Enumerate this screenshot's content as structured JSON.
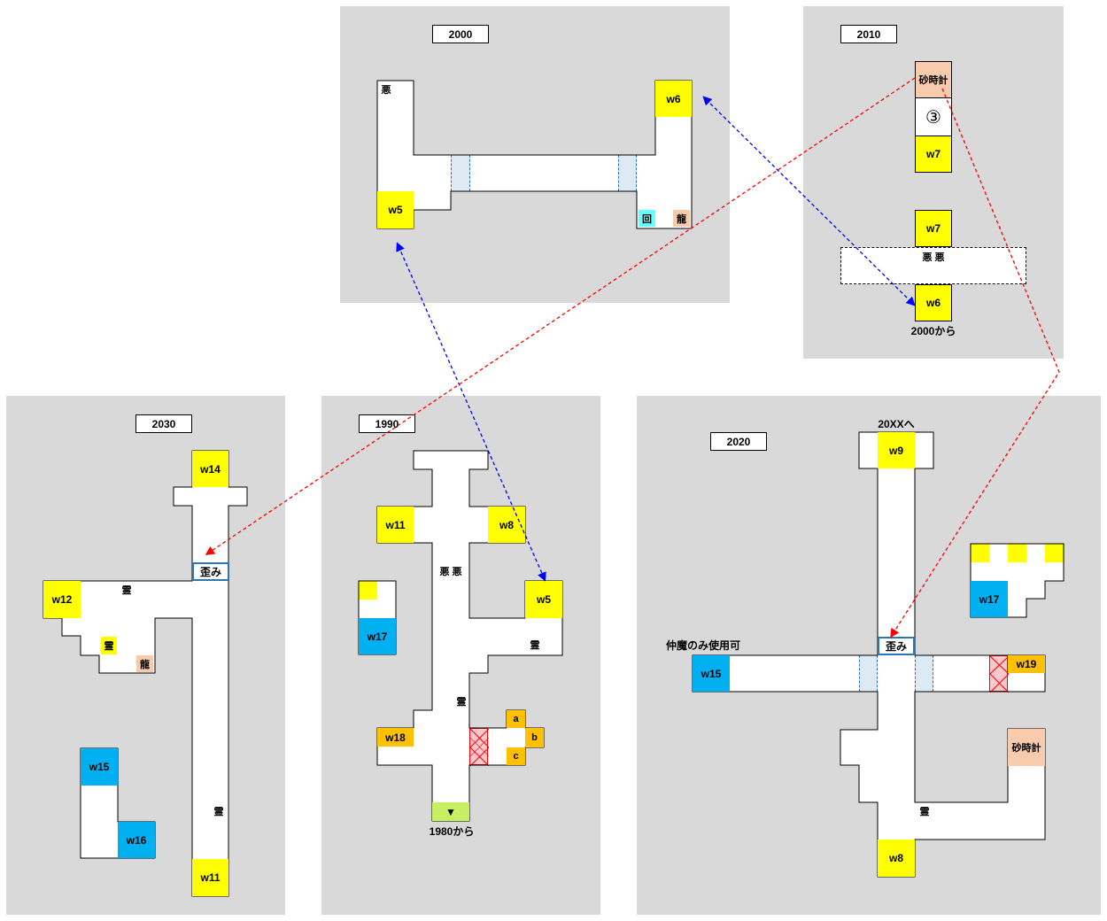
{
  "panels": {
    "p2000": {
      "year": "2000",
      "evil": "悪",
      "w5": "w5",
      "w6": "w6",
      "kai": "回",
      "ryu": "龍"
    },
    "p2010": {
      "year": "2010",
      "hourglass": "砂時計",
      "num": "③",
      "w7a": "w7",
      "w7b": "w7",
      "evil": "悪 悪",
      "w6": "w6",
      "from": "2000から"
    },
    "p2030": {
      "year": "2030",
      "w14": "w14",
      "distortion": "歪み",
      "w12": "w12",
      "spirit_a": "霊",
      "spirit_b": "霊",
      "ryu": "龍",
      "w15": "w15",
      "w16": "w16",
      "spirit_c": "霊",
      "w11": "w11"
    },
    "p1990": {
      "year": "1990",
      "w11": "w11",
      "w8": "w8",
      "evil": "悪 悪",
      "w5": "w5",
      "w17": "w17",
      "spirit_a": "霊",
      "spirit_b": "霊",
      "w18": "w18",
      "a": "a",
      "b": "b",
      "c": "c",
      "arrow": "▼",
      "from": "1980から"
    },
    "p2020": {
      "year": "2020",
      "to": "20XXへ",
      "w9": "w9",
      "w17": "w17",
      "note": "仲魔のみ使用可",
      "distortion": "歪み",
      "w15": "w15",
      "w19": "w19",
      "hourglass": "砂時計",
      "spirit": "霊",
      "w8": "w8"
    }
  },
  "colors": {
    "panel": "#d9d9d9",
    "warp_yellow": "#ffff00",
    "warp_blue": "#00b0f0",
    "orange": "#ffc000",
    "peach": "#f8cbad",
    "green": "#c6ef64",
    "cyan": "#66ffff",
    "link_blue": "#0000ff",
    "link_red": "#ff0000"
  }
}
